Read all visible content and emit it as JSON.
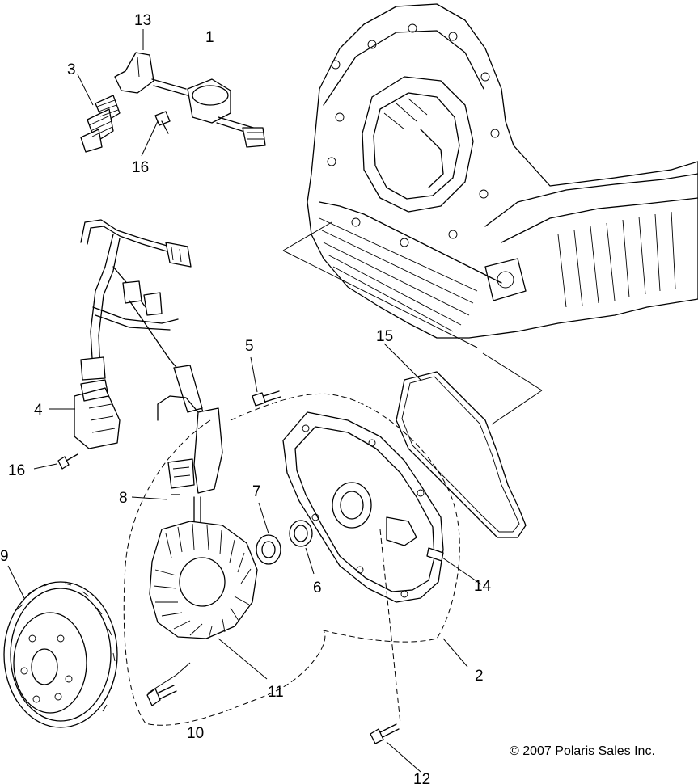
{
  "callouts": {
    "c1": "1",
    "c2": "2",
    "c3": "3",
    "c4": "4",
    "c5": "5",
    "c6": "6",
    "c7": "7",
    "c8": "8",
    "c9": "9",
    "c10": "10",
    "c11": "11",
    "c12": "12",
    "c13": "13",
    "c14": "14",
    "c15": "15",
    "c16a": "16",
    "c16b": "16"
  },
  "copyright": "© 2007 Polaris Sales Inc."
}
